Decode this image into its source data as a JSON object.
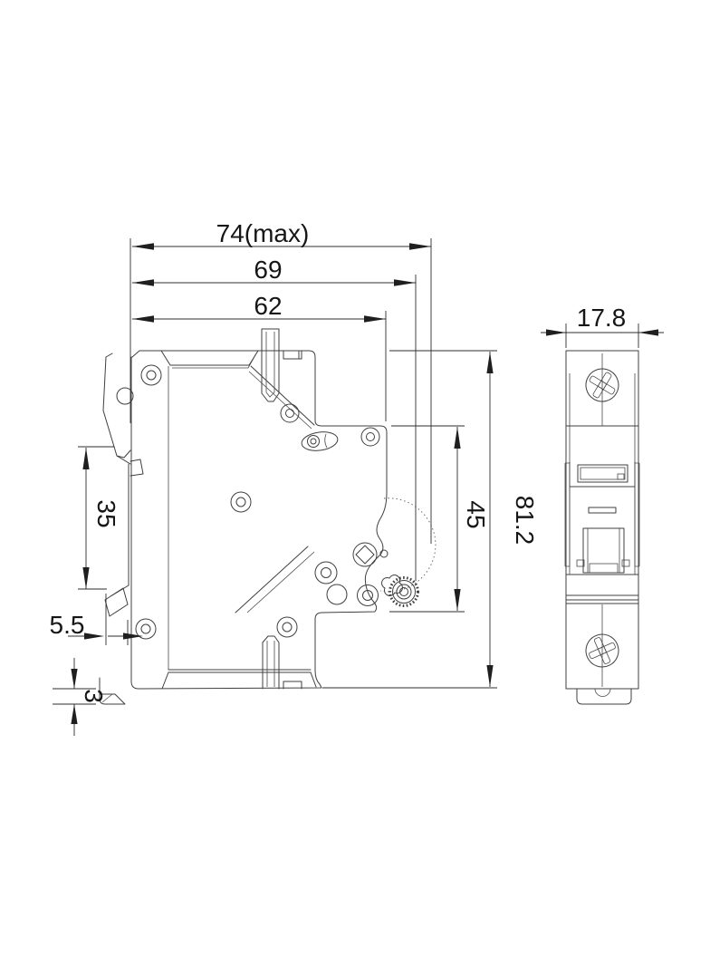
{
  "drawing": {
    "background": "#ffffff",
    "line_color": "#3f3f3f",
    "dimension_color": "#2d2d2d",
    "text_color": "#161616",
    "dimensions": {
      "width_max": {
        "label": "74(max)",
        "orientation": "horizontal"
      },
      "width_69": {
        "label": "69",
        "orientation": "horizontal"
      },
      "width_62": {
        "label": "62",
        "orientation": "horizontal"
      },
      "depth": {
        "label": "17.8",
        "orientation": "horizontal"
      },
      "total_height": {
        "label": "81.2",
        "orientation": "vertical"
      },
      "front_height": {
        "label": "45",
        "orientation": "vertical"
      },
      "din_channel": {
        "label": "35",
        "orientation": "vertical"
      },
      "clip_offset": {
        "label": "5.5",
        "orientation": "horizontal"
      },
      "foot_height": {
        "label": "3",
        "orientation": "vertical"
      }
    }
  }
}
